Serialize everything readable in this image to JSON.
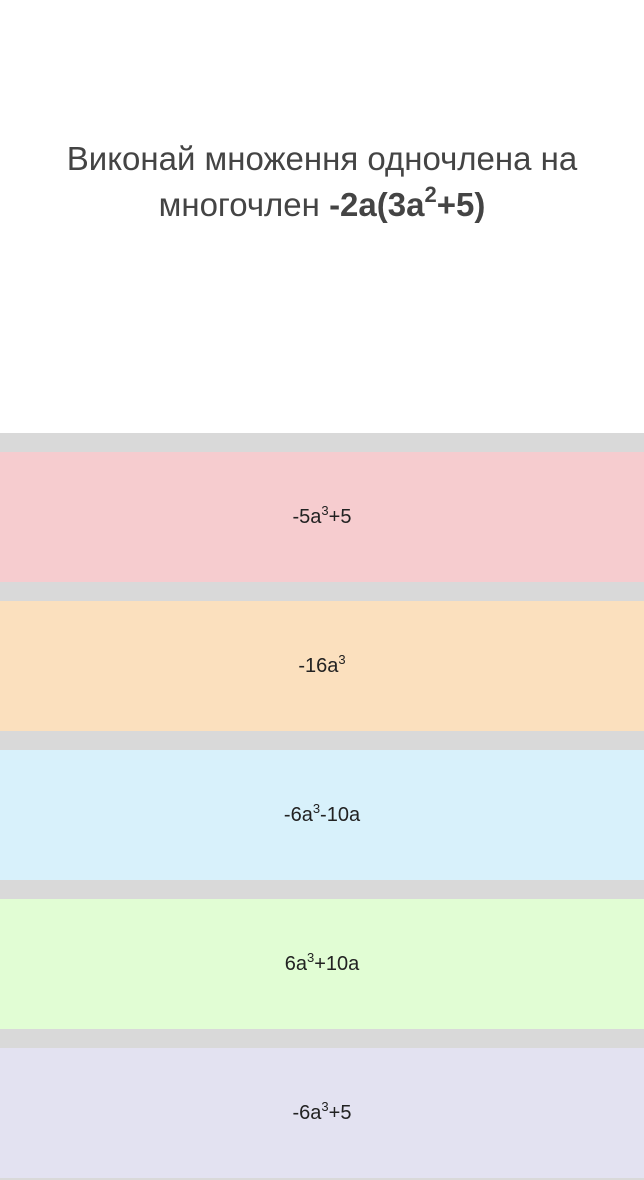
{
  "question": {
    "line1": "Виконай множення одночлена на",
    "line2_prefix": "многочлен ",
    "expr_a": "-2a(3a",
    "expr_sup": "2",
    "expr_b": "+5)"
  },
  "options": [
    {
      "base": "-5a",
      "sup": "3",
      "rest": "+5",
      "color": "#f6cccf"
    },
    {
      "base": "-16a",
      "sup": "3",
      "rest": "",
      "color": "#fbe0be"
    },
    {
      "base": "-6a",
      "sup": "3",
      "rest": "-10a",
      "color": "#d8f1fb"
    },
    {
      "base": "6a",
      "sup": "3",
      "rest": "+10a",
      "color": "#e1fdd4"
    },
    {
      "base": "-6a",
      "sup": "3",
      "rest": "+5",
      "color": "#e3e2f1"
    }
  ]
}
